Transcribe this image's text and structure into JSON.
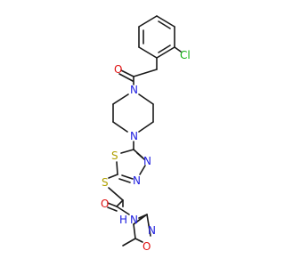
{
  "colors": {
    "bond": "#1a1a1a",
    "carbon": "#1a1a1a",
    "nitrogen": "#2020e0",
    "oxygen": "#e01010",
    "sulfur": "#b0a000",
    "chlorine": "#10b010"
  },
  "atoms": {
    "cl": "Cl",
    "o_carbonyl_top": "O",
    "n_pip_top": "N",
    "n_pip_bottom": "N",
    "s_thiadiazole": "S",
    "n_thiadiazole_1": "N",
    "n_thiadiazole_2": "N",
    "s_thioether": "S",
    "o_amide": "O",
    "nh_amide": "N",
    "h_amide": "H",
    "n_isoxazole": "N",
    "o_isoxazole": "O"
  }
}
